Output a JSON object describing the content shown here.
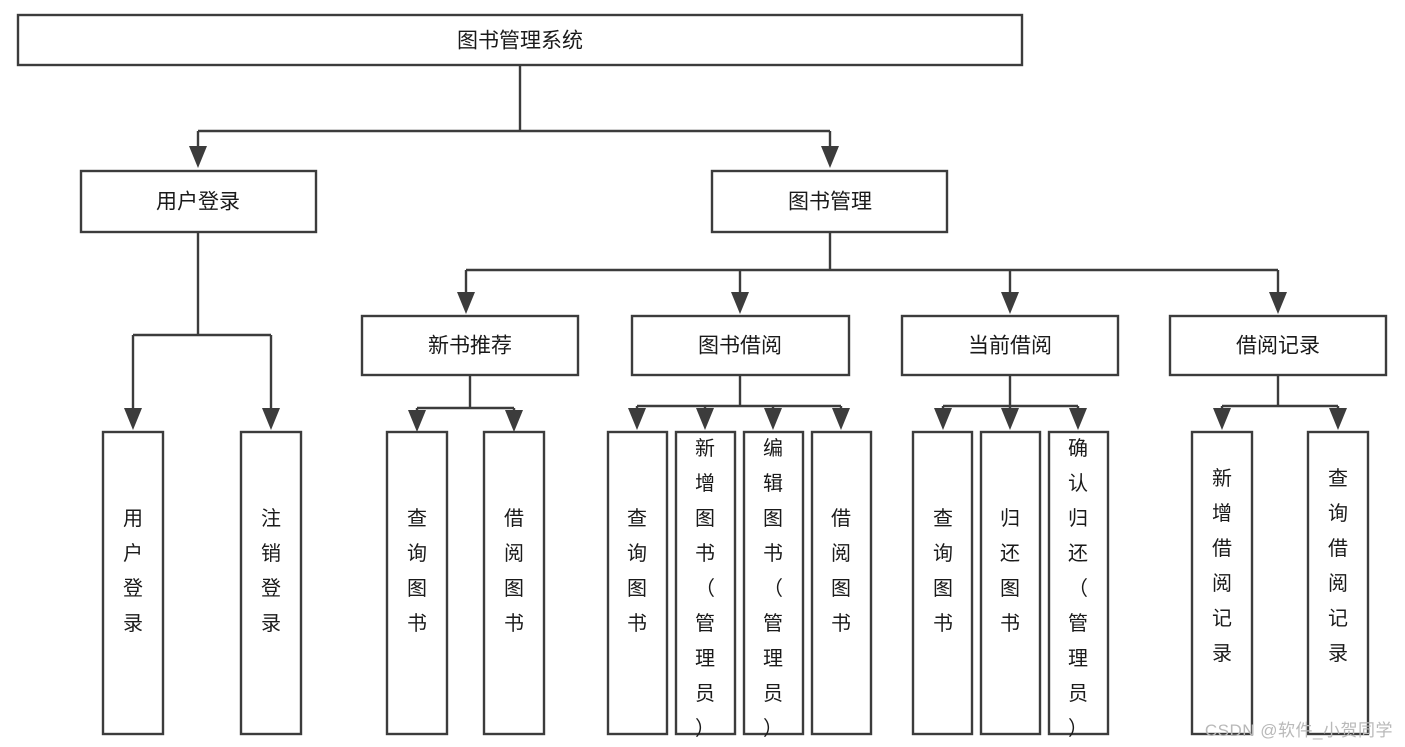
{
  "diagram": {
    "title": "图书管理系统",
    "type": "tree",
    "orientation": "top-down",
    "colors": {
      "box_stroke": "#3c3c3c",
      "box_fill": "#ffffff",
      "connector": "#3c3c3c",
      "text": "#1a1a1a",
      "background": "#ffffff",
      "watermark": "#b9b9b9"
    },
    "root": {
      "label": "图书管理系统"
    },
    "level2": [
      {
        "label": "用户登录"
      },
      {
        "label": "图书管理"
      }
    ],
    "level3": [
      {
        "label": "新书推荐"
      },
      {
        "label": "图书借阅"
      },
      {
        "label": "当前借阅"
      },
      {
        "label": "借阅记录"
      }
    ],
    "leaves": {
      "user_login": [
        {
          "label": "用户登录"
        },
        {
          "label": "注销登录"
        }
      ],
      "new_book_recommend": [
        {
          "label": "查询图书"
        },
        {
          "label": "借阅图书"
        }
      ],
      "book_borrow": [
        {
          "label": "查询图书"
        },
        {
          "label": "新增图书（管理员）"
        },
        {
          "label": "编辑图书（管理员）"
        },
        {
          "label": "借阅图书"
        }
      ],
      "current_borrow": [
        {
          "label": "查询图书"
        },
        {
          "label": "归还图书"
        },
        {
          "label": "确认归还（管理员）"
        }
      ],
      "borrow_record": [
        {
          "label": "新增借阅记录"
        },
        {
          "label": "查询借阅记录"
        }
      ]
    }
  },
  "watermark": {
    "text": "CSDN @软件_小贺同学"
  }
}
